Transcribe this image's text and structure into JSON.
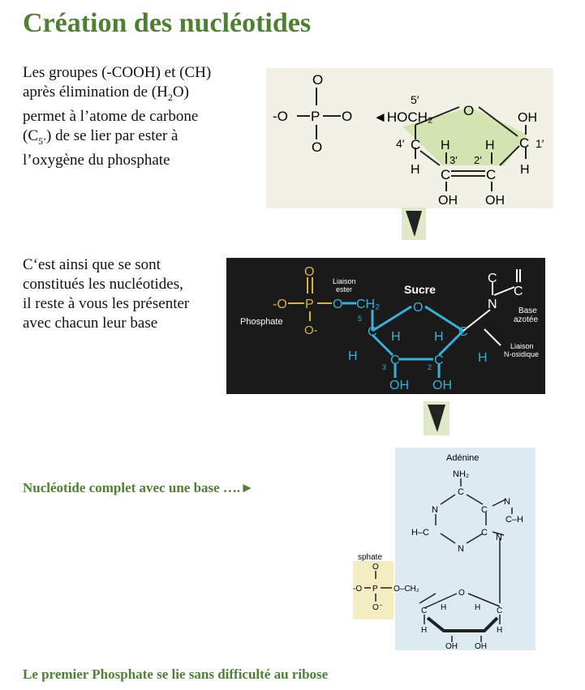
{
  "title": "Création des nucléotides",
  "para1": {
    "line1": "Les groupes (-COOH) et (CH)",
    "line2_a": "après élimination de (H",
    "line2_sub": "2",
    "line2_b": "O)",
    "line3": "permet à l’atome de carbone",
    "line4_a": "(C",
    "line4_sub": "5’",
    "line4_b": ") de se lier par ester  à",
    "line5": "l’oxygène du phosphate"
  },
  "para2": {
    "line1": "C‘est ainsi que se sont",
    "line2": "constitués les nucléotides,",
    "line3": "il reste à vous les présenter",
    "line4": "avec chacun leur base"
  },
  "caption3": "Nucléotide complet avec une base ….►",
  "caption4": "Le premier Phosphate se lie sans difficulté au ribose",
  "fig1": {
    "o_top": "O",
    "phos_o_minus": "-O",
    "p": "P",
    "o_right": "O",
    "o_bottom": "O",
    "hoch2": "◄HOCH₂",
    "c5": "5′",
    "c4": "4′",
    "c3": "3′",
    "c2": "2′",
    "c1": "1′",
    "ring_o": "O",
    "c": "C",
    "h": "H",
    "oh": "OH"
  },
  "fig2": {
    "o": "O",
    "p": "P",
    "o_minus": "-O",
    "o_bottom": "O-",
    "liaison_ester_1": "Liaison",
    "liaison_ester_2": "ester",
    "ch2": "CH₂",
    "five": "5",
    "three": "3",
    "two": "2",
    "sucre": "Sucre",
    "phosphate": "Phosphate",
    "n": "N",
    "c": "C",
    "h": "H",
    "oh": "OH",
    "base_1": "Base",
    "base_2": "azotée",
    "liaison_n_1": "Liaison",
    "liaison_n_2": "N-osidique"
  },
  "fig3": {
    "adenine": "Adénine",
    "nh2": "NH₂",
    "n": "N",
    "c": "C",
    "h": "H",
    "h_dash": "H–C",
    "c_h": "C–H",
    "sphate": "sphate",
    "o": "O",
    "o_minus": "-O",
    "p": "P",
    "o_m_bottom": "O⁻",
    "o_ch2": "O–CH₂",
    "oh": "OH"
  }
}
